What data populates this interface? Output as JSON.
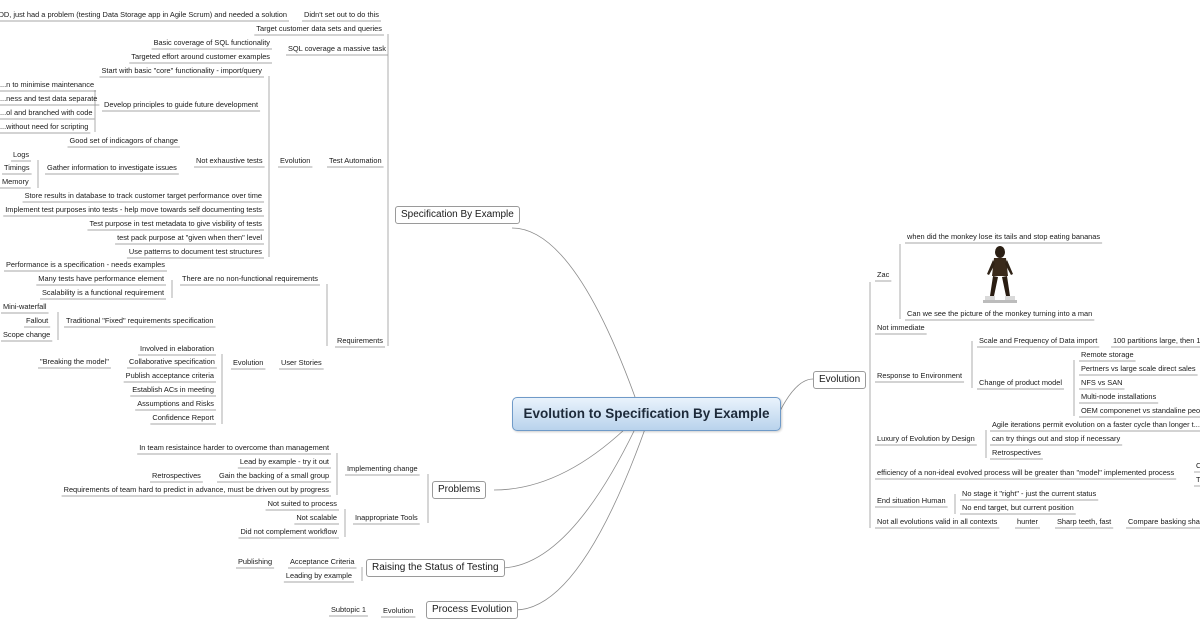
{
  "central": "Evolution to Specification By Example",
  "main_topics": [
    "Specification By Example",
    "Problems",
    "Raising the Status of Testing",
    "Process Evolution",
    "Evolution"
  ],
  "spec": {
    "a": "...DD, just had a problem (testing Data Storage app in Agile Scrum) and needed a solution",
    "b": "Didn't set out to do this",
    "c": "Target customer data sets and queries",
    "d": "Basic coverage of SQL functionality",
    "e": "SQL coverage a massive task",
    "f": "Targeted effort around customer examples",
    "g": "Start with basic \"core\" functionality - import/query",
    "h": "...n to minimise maintenance",
    "i": "...ness and test data separate",
    "j": "Develop principles to guide future development",
    "k": "...ol and branched with code",
    "l": "...without need for scripting",
    "m": "Good set of indicagors of change",
    "n": "Logs",
    "o": "Timings",
    "p": "Gather information to investigate issues",
    "q": "Not exhaustive tests",
    "r": "Evolution",
    "s": "Test Automation",
    "t": "Memory",
    "u": "Store results in database to track customer target performance over time",
    "v": "Implement test purposes into tests - help move towards self documenting tests",
    "w": "Test purpose in test metadata to give visbility of tests",
    "x": "test pack purpose at \"given when then\" level",
    "y": "Use patterns to document test structures",
    "z": "Performance is a specification - needs examples",
    "aa": "Many tests have performance element",
    "ab": "There are no non-functional requirements",
    "ac": "Scalability is a functional requirement",
    "ad": "Mini-waterfall",
    "ae": "Fallout",
    "af": "Traditional \"Fixed\" requirements specification",
    "ag": "Scope change",
    "ah": "Requirements",
    "ai": "Involved in elaboration",
    "aj": "\"Breaking the model\"",
    "ak": "Collaborative specification",
    "al": "Evolution",
    "am": "User Stories",
    "an": "Publish acceptance criteria",
    "ao": "Establish ACs in meeting",
    "ap": "Assumptions and Risks",
    "aq": "Confidence Report"
  },
  "problems": {
    "a": "In team resistaince harder to overcome than management",
    "b": "Lead by example - try it out",
    "c": "Implementing change",
    "d": "Retrospectives",
    "e": "Gain the backing of a small group",
    "f": "Requirements of team hard to predict in advance, must be driven out by progress",
    "g": "Not suited to process",
    "h": "Not scalable",
    "i": "Inappropriate Tools",
    "j": "Did not complement workflow"
  },
  "raising": {
    "a": "Publishing",
    "b": "Acceptance Criteria",
    "c": "Leading by example"
  },
  "process": {
    "a": "Subtopic 1",
    "b": "Evolution"
  },
  "evolution": {
    "a": "when did the monkey lose its tails and stop eating bananas",
    "b": "Zac",
    "c": "Can we see the picture of the monkey turning into a man",
    "d": "Not immediate",
    "e": "Scale and Frequency of Data import",
    "f": "100 partitions large, then 1...",
    "g": "Remote storage",
    "h": "Pertners vs large scale direct sales",
    "i": "Response to Environment",
    "j": "NFS vs SAN",
    "k": "Change of product model",
    "l": "Multi-node installations",
    "m": "OEM componenet vs standaline peo...",
    "n": "Agile iterations permit evolution on a faster cycle than longer t...",
    "o": "Luxury of Evolution by Design",
    "p": "can try things out and stop if necessary",
    "q": "Retrospectives",
    "r": "efficiency of a non-ideal evolved process will be greater than \"model\" implemented process",
    "s": "C",
    "t": "T",
    "u": "No stage it \"right\" - just the current status",
    "v": "End situation Human",
    "w": "No end target, but current position",
    "x": "Not all evolutions valid in all contexts",
    "y": "hunter",
    "z": "Sharp teeth, fast",
    "aa": "Compare basking sha..."
  },
  "colors": {
    "line": "#8a8a8a",
    "central_border": "#6f9ac8",
    "bullet": "#b8cde6"
  }
}
